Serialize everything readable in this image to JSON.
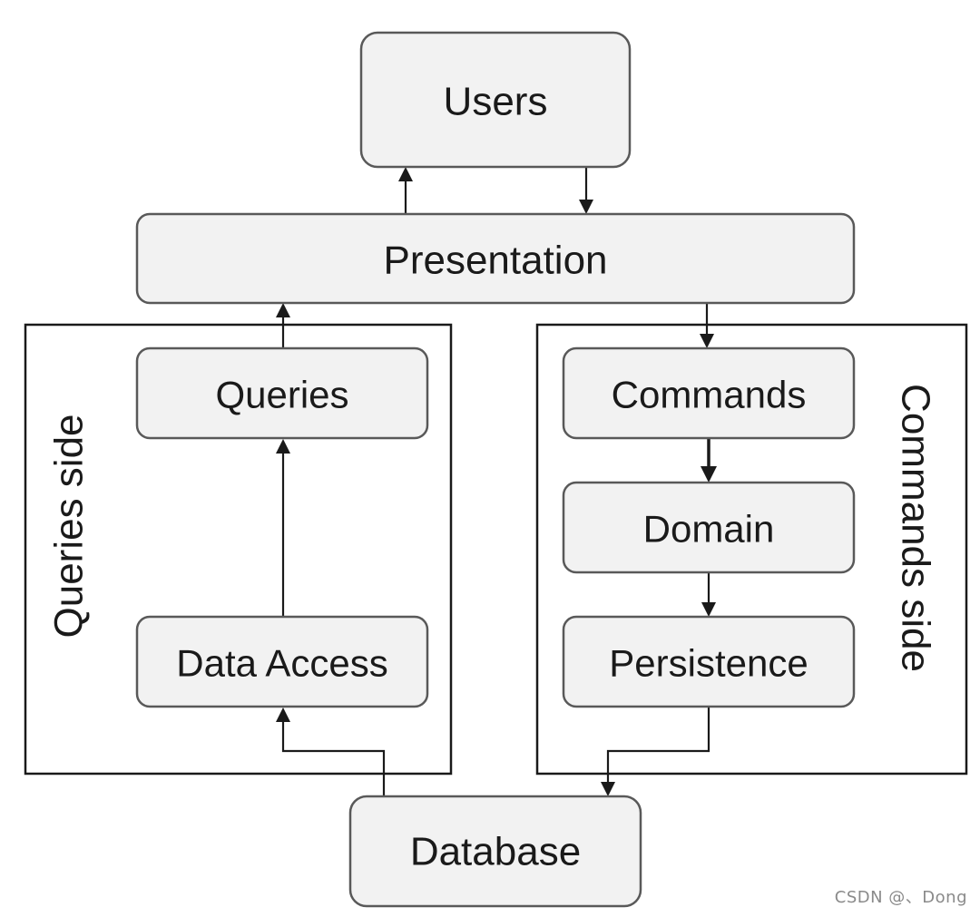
{
  "nodes": {
    "users": "Users",
    "presentation": "Presentation",
    "queries": "Queries",
    "data_access": "Data Access",
    "commands": "Commands",
    "domain": "Domain",
    "persistence": "Persistence",
    "database": "Database"
  },
  "groups": {
    "queries_side": "Queries side",
    "commands_side": "Commands side"
  },
  "watermark": "CSDN @、Dong",
  "colors": {
    "node_fill": "#f2f2f2",
    "node_stroke": "#595959",
    "line": "#1a1a1a",
    "watermark": "#8a8a8a"
  }
}
